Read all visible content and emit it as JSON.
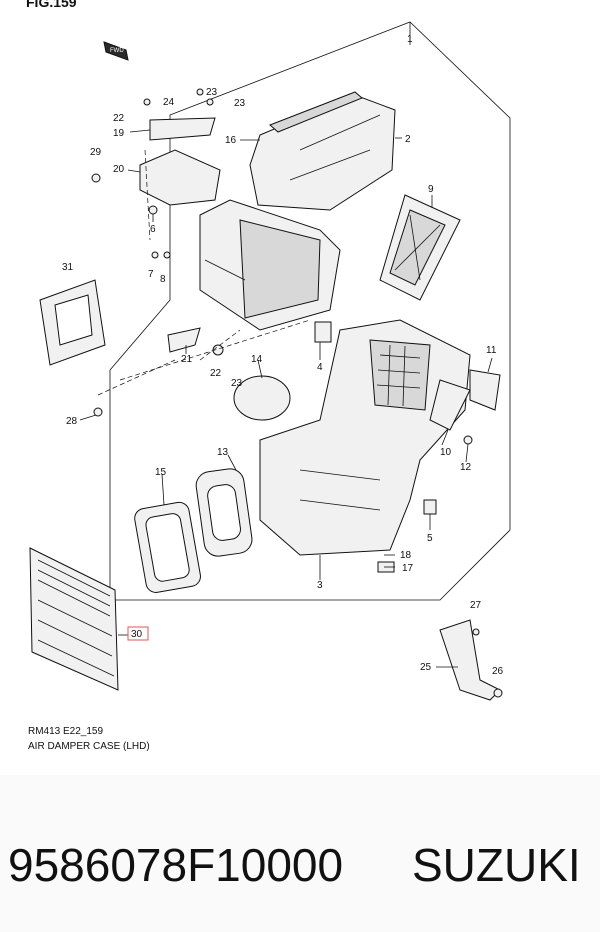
{
  "header": {
    "fig_label": "FIG.159"
  },
  "diagram": {
    "ref_code": "RM413 E22_159",
    "caption": "AIR DAMPER CASE (LHD)",
    "direction_badge": "FWD",
    "callouts": {
      "c1": "1",
      "c2": "2",
      "c3": "3",
      "c4": "4",
      "c5": "5",
      "c6": "6",
      "c7": "7",
      "c8": "8",
      "c9": "9",
      "c10": "10",
      "c11": "11",
      "c12": "12",
      "c13": "13",
      "c14": "14",
      "c15": "15",
      "c16": "16",
      "c17": "17",
      "c18": "18",
      "c19": "19",
      "c20": "20",
      "c21": "21",
      "c22a": "22",
      "c22b": "22",
      "c23a": "23",
      "c23b": "23",
      "c23c": "23",
      "c24": "24",
      "c25": "25",
      "c26": "26",
      "c27": "27",
      "c28": "28",
      "c29": "29",
      "c30": "30",
      "c31": "31"
    },
    "highlighted_part": "30"
  },
  "footer": {
    "part_number": "9586078F10000",
    "brand": "SUZUKI"
  }
}
